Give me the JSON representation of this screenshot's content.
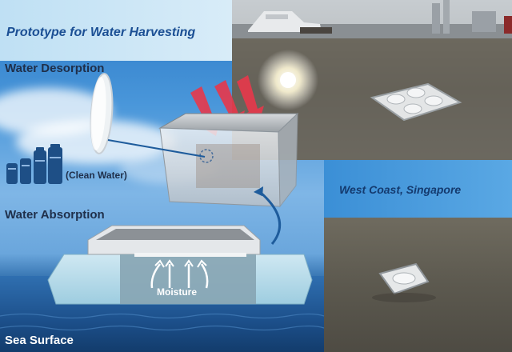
{
  "title": "Prototype for  Water Harvesting",
  "labels": {
    "water_desorption": "Water Desorption",
    "clean_water": "(Clean Water)",
    "water_absorption": "Water Absorption",
    "moisture": "Moisture",
    "sea_surface": "Sea Surface",
    "location": "West Coast, Singapore"
  },
  "icons": [
    "sun-icon",
    "lens-icon",
    "water-bottles-icon",
    "heat-arrows-icon",
    "moisture-arrows-icon"
  ],
  "colors": {
    "title": "#1b4f94",
    "heat_arrows": "#e8384b",
    "transfer_arrow": "#1e5c9c",
    "sea": "#1c4f8a"
  }
}
